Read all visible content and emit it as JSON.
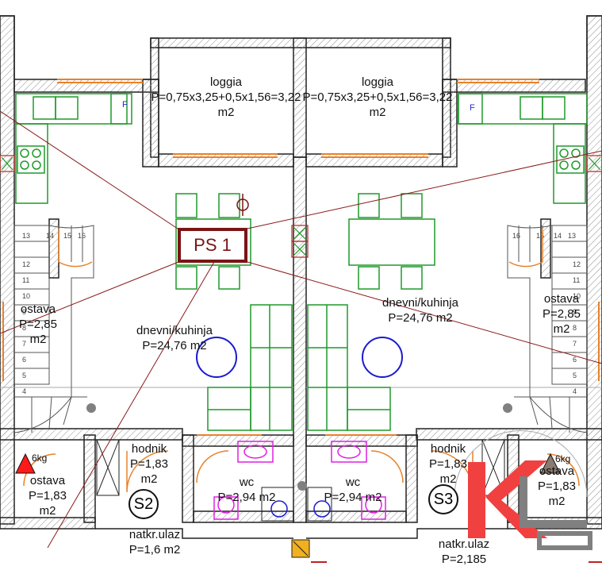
{
  "marker": {
    "label": "PS 1",
    "color": "#7a1416"
  },
  "left_unit": {
    "loggia": {
      "name": "loggia",
      "area": "P=0,75x3,25+0,5x1,56=3,22",
      "unit": "m2"
    },
    "living": {
      "name": "dnevni/kuhinja",
      "area": "P=24,76 m2"
    },
    "storage_top": {
      "name": "ostava",
      "area": "P=2,85",
      "unit": "m2"
    },
    "hall": {
      "name": "hodnik",
      "area": "P=1,83",
      "unit": "m2"
    },
    "wc": {
      "name": "wc",
      "area": "P=2,94 m2"
    },
    "storage_bottom": {
      "name": "ostava",
      "area": "P=1,83",
      "unit": "m2"
    },
    "entrance": {
      "name": "natkr.ulaz",
      "area": "P=1,6 m2"
    },
    "section": "S2",
    "extinguisher": "6kg"
  },
  "right_unit": {
    "loggia": {
      "name": "loggia",
      "area": "P=0,75x3,25+0,5x1,56=3,22",
      "unit": "m2"
    },
    "living": {
      "name": "dnevni/kuhinja",
      "area": "P=24,76 m2"
    },
    "storage_top": {
      "name": "ostava",
      "area": "P=2,85",
      "unit": "m2"
    },
    "hall": {
      "name": "hodnik",
      "area": "P=1,83",
      "unit": "m2"
    },
    "wc": {
      "name": "wc",
      "area": "P=2,94 m2"
    },
    "storage_bottom": {
      "name": "ostava",
      "area": "P=1,83",
      "unit": "m2"
    },
    "entrance": {
      "name": "natkr.ulaz",
      "area": "P=2,185"
    },
    "section": "S3",
    "extinguisher": "6kg"
  },
  "stairs": {
    "left_steps": [
      "13",
      "14",
      "15",
      "16",
      "12",
      "11",
      "10",
      "9",
      "8",
      "7",
      "6",
      "5",
      "4"
    ],
    "right_steps": [
      "16",
      "15",
      "14",
      "13",
      "12",
      "11",
      "10",
      "9",
      "8",
      "7",
      "6",
      "5",
      "4"
    ]
  },
  "kitchen": {
    "fridge_letter": "F"
  },
  "colors": {
    "wall": "#222222",
    "hatch": "#9a9a9a",
    "furniture": "#1f9a2a",
    "window": "#e8822a",
    "sanitary": "#e020e0",
    "circle": "#1a1ad0",
    "red_line": "#8a1a1a",
    "fire_ext": "#ff1a1a",
    "logo_red": "#f04040",
    "logo_gray": "#808080",
    "column": "#808080",
    "tile": "#f0b020"
  }
}
